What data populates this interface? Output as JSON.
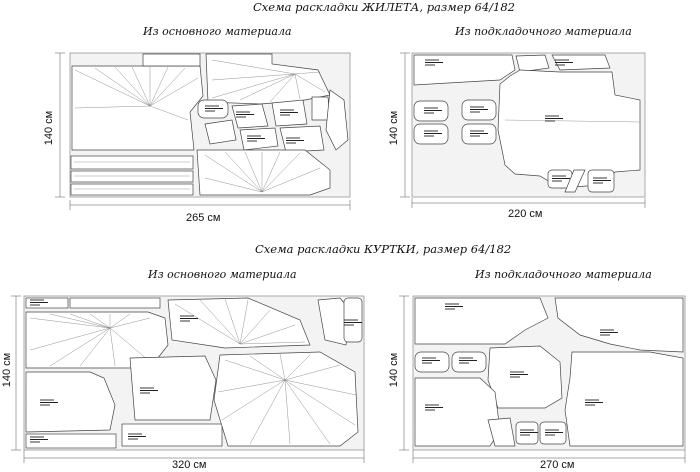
{
  "vest": {
    "title": "Схема раскладки ЖИЛЕТА, размер 64/182",
    "main": {
      "subtitle": "Из основного материала",
      "height": "140 см",
      "width": "265 см"
    },
    "lining": {
      "subtitle": "Из подкладочного материала",
      "height": "140 см",
      "width": "220 см"
    }
  },
  "jacket": {
    "title": "Схема раскладки КУРТКИ, размер 64/182",
    "main": {
      "subtitle": "Из основного материала",
      "height": "140 см",
      "width": "320 см"
    },
    "lining": {
      "subtitle": "Из подкладочного материала",
      "height": "140 см",
      "width": "270 см"
    }
  }
}
